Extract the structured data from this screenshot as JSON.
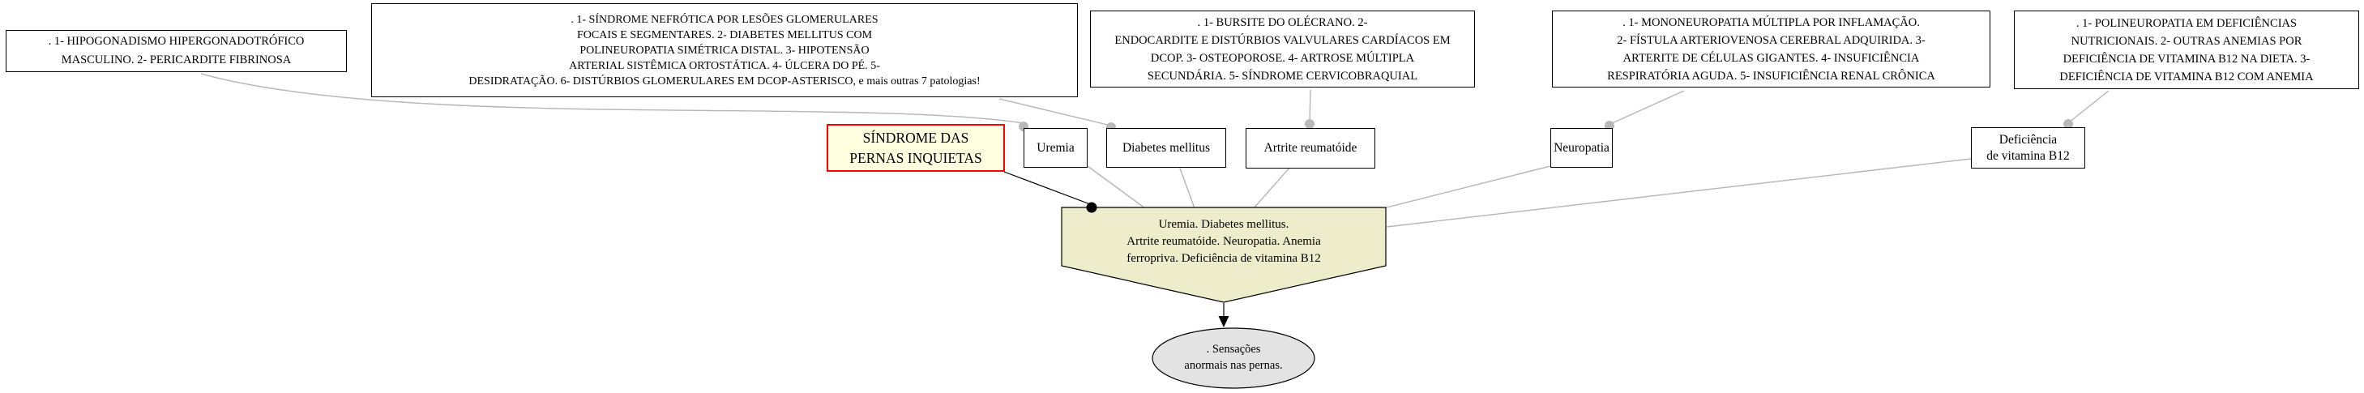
{
  "diagram": {
    "top_boxes": [
      {
        "label": ". 1- HIPOGONADISMO HIPERGONADOTRÓFICO\nMASCULINO. 2- PERICARDITE FIBRINOSA"
      },
      {
        "label": ". 1- SÍNDROME NEFRÓTICA POR LESÕES GLOMERULARES\nFOCAIS E SEGMENTARES. 2- DIABETES MELLITUS COM\nPOLINEUROPATIA SIMÉTRICA DISTAL. 3- HIPOTENSÃO\nARTERIAL SISTÊMICA ORTOSTÁTICA. 4- ÚLCERA DO PÉ. 5-\nDESIDRATAÇÃO. 6- DISTÚRBIOS GLOMERULARES EM DCOP-ASTERISCO, e mais outras 7 patologias!"
      },
      {
        "label": ". 1- BURSITE DO OLÉCRANO. 2-\nENDOCARDITE E DISTÚRBIOS VALVULARES CARDÍACOS EM\nDCOP. 3- OSTEOPOROSE. 4- ARTROSE MÚLTIPLA\nSECUNDÁRIA. 5- SÍNDROME CERVICOBRAQUIAL"
      },
      {
        "label": ". 1- MONONEUROPATIA MÚLTIPLA POR INFLAMAÇÃO.\n2- FÍSTULA ARTERIOVENOSA CEREBRAL ADQUIRIDA. 3-\nARTERITE DE CÉLULAS GIGANTES. 4- INSUFICIÊNCIA\nRESPIRATÓRIA AGUDA. 5- INSUFICIÊNCIA RENAL CRÔNICA"
      },
      {
        "label": ". 1- POLINEUROPATIA EM DEFICIÊNCIAS\nNUTRICIONAIS. 2- OUTRAS ANEMIAS POR\nDEFICIÊNCIA DE VITAMINA B12 NA DIETA. 3-\nDEFICIÊNCIA DE VITAMINA B12 COM ANEMIA"
      }
    ],
    "highlight_node": {
      "label": "SÍNDROME DAS\nPERNAS INQUIETAS"
    },
    "cause_nodes": [
      {
        "label": "Uremia"
      },
      {
        "label": "Diabetes mellitus"
      },
      {
        "label": "Artrite reumatóide"
      },
      {
        "label": "Neuropatia"
      },
      {
        "label": "Deficiência\nde vitamina B12"
      }
    ],
    "summary_node": {
      "label": "Uremia. Diabetes mellitus.\nArtrite reumatóide. Neuropatia. Anemia\nferropriva. Deficiência de vitamina B12"
    },
    "symptom_node": {
      "label": ". Sensações\nanormais nas pernas."
    },
    "colors": {
      "highlight_border": "#ff0000",
      "highlight_fill": "#ffffe0",
      "summary_fill": "#ededcb",
      "symptom_fill": "#e3e3e3",
      "edge_gray": "#b5b5b5",
      "dot_gray": "#b9b9b9",
      "node_border": "#000000"
    }
  }
}
